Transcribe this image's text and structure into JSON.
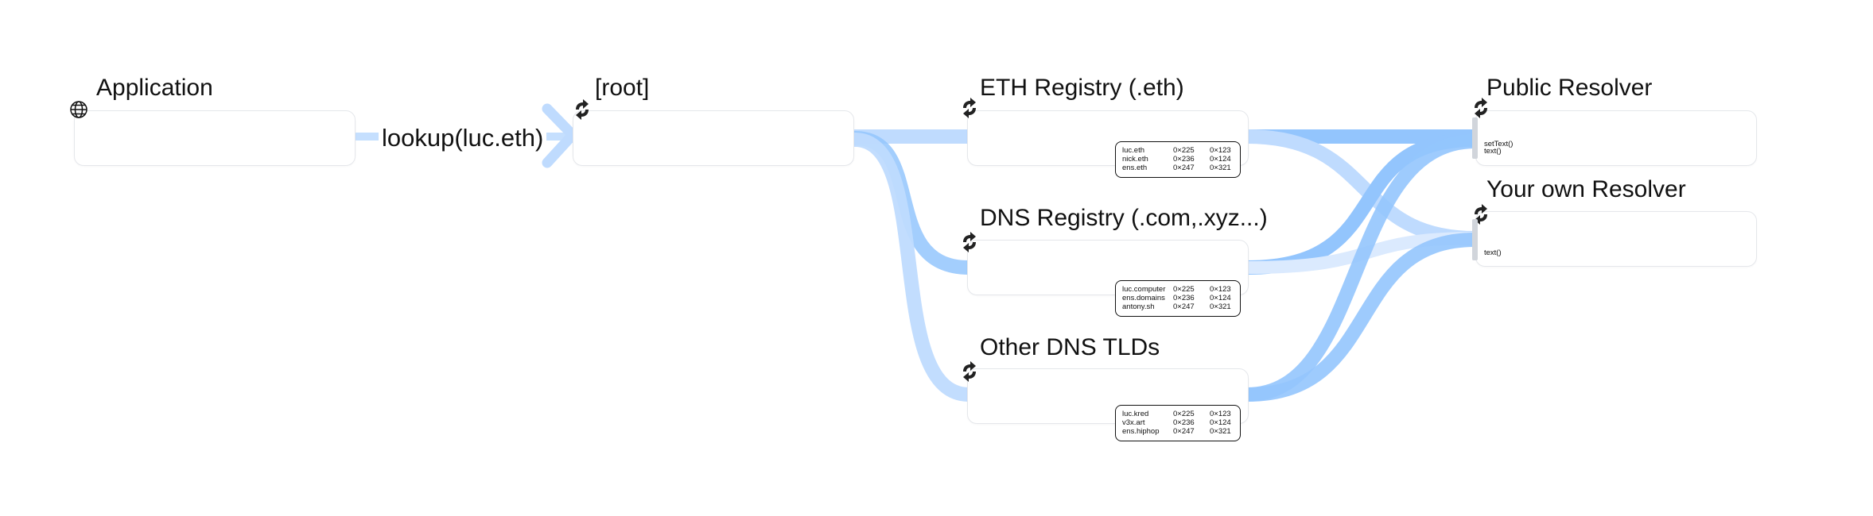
{
  "lookup": {
    "label": "lookup(luc.eth)"
  },
  "nodes": {
    "application": {
      "title": "Application"
    },
    "root": {
      "title": "[root]"
    },
    "eth_registry": {
      "title": "ETH Registry (.eth)"
    },
    "dns_registry": {
      "title": "DNS Registry (.com,.xyz...)"
    },
    "other_dns": {
      "title": "Other DNS TLDs"
    },
    "public_resolver": {
      "title": "Public Resolver",
      "functions": [
        "setText()",
        "text()"
      ]
    },
    "own_resolver": {
      "title": "Your own Resolver",
      "functions": [
        "text()"
      ]
    }
  },
  "tables": {
    "eth": [
      [
        "luc.eth",
        "0×225",
        "0×123"
      ],
      [
        "nick.eth",
        "0×236",
        "0×124"
      ],
      [
        "ens.eth",
        "0×247",
        "0×321"
      ]
    ],
    "dns": [
      [
        "luc.computer",
        "0×225",
        "0×123"
      ],
      [
        "ens.domains",
        "0×236",
        "0×124"
      ],
      [
        "antony.sh",
        "0×247",
        "0×321"
      ]
    ],
    "other": [
      [
        "luc.kred",
        "0×225",
        "0×123"
      ],
      [
        "v3x.art",
        "0×236",
        "0×124"
      ],
      [
        "ens.hiphop",
        "0×247",
        "0×321"
      ]
    ]
  },
  "icons": {
    "application": "globe-icon",
    "registry_badge": "refresh-arrows-icon"
  },
  "colors": {
    "flow_strong": "#93c5fd",
    "flow_light": "#bfdbfe",
    "box_border": "#e5e7eb",
    "table_border": "#111111"
  }
}
